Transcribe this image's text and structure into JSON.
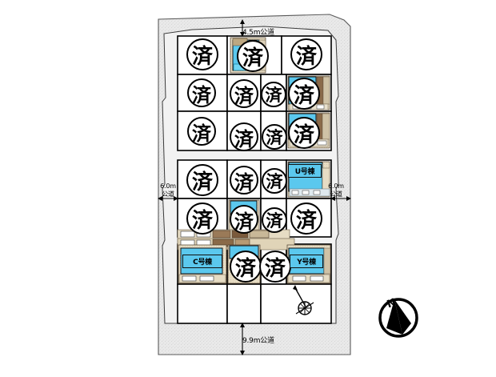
{
  "figure": {
    "type": "site-plan",
    "title_visible": false
  },
  "roads": {
    "top": "4.5m公道",
    "left": "6.0m\n公道",
    "left_line1": "6.0m",
    "left_line2": "公道",
    "right_line1": "6.0m",
    "right_line2": "公道",
    "bottom": "9.9m公道"
  },
  "compass": {
    "label": "N",
    "inner_label": "N"
  },
  "colors": {
    "plot_fill": "#ffffff",
    "surrounding_fill": "#e8e8e8",
    "building_cyan": "#5bc8ee",
    "outline": "#000000",
    "land_beige": "#e3d9c2",
    "land_brown": "#8f6b4f"
  },
  "stamp_label": "済",
  "lots": [
    {
      "id": "r1c1",
      "row": 1,
      "status": "sold",
      "label": "済"
    },
    {
      "id": "r1c2",
      "row": 1,
      "status": "sold",
      "label": "済",
      "has_house": true
    },
    {
      "id": "r1c3",
      "row": 1,
      "status": "sold",
      "label": "済"
    },
    {
      "id": "r2c1",
      "row": 2,
      "status": "sold",
      "label": "済"
    },
    {
      "id": "r2c2",
      "row": 2,
      "status": "sold",
      "label": "済"
    },
    {
      "id": "r2c3",
      "row": 2,
      "status": "sold",
      "label": "済"
    },
    {
      "id": "r2c4",
      "row": 2,
      "status": "sold",
      "label": "済",
      "has_house": true
    },
    {
      "id": "r3c1",
      "row": 3,
      "status": "sold",
      "label": "済"
    },
    {
      "id": "r3c2",
      "row": 3,
      "status": "sold",
      "label": "済"
    },
    {
      "id": "r3c3",
      "row": 3,
      "status": "sold",
      "label": "済"
    },
    {
      "id": "r3c4",
      "row": 3,
      "status": "sold",
      "label": "済",
      "has_house": true
    },
    {
      "id": "r4c1",
      "row": 4,
      "status": "sold",
      "label": "済"
    },
    {
      "id": "r4c2",
      "row": 4,
      "status": "sold",
      "label": "済"
    },
    {
      "id": "r4c3",
      "row": 4,
      "status": "sold",
      "label": "済"
    },
    {
      "id": "r4c4",
      "row": 4,
      "status": "available",
      "label": "U号棟",
      "has_house": true
    },
    {
      "id": "r5c1",
      "row": 5,
      "status": "sold",
      "label": "済"
    },
    {
      "id": "r5c2",
      "row": 5,
      "status": "sold",
      "label": "済",
      "has_house": true
    },
    {
      "id": "r5c3",
      "row": 5,
      "status": "sold",
      "label": "済"
    },
    {
      "id": "r5c4",
      "row": 5,
      "status": "sold",
      "label": "済"
    },
    {
      "id": "r6c1",
      "row": 6,
      "status": "available",
      "label": "C号棟",
      "has_house": true
    },
    {
      "id": "r6c2",
      "row": 6,
      "status": "sold",
      "label": "済",
      "has_house": true
    },
    {
      "id": "r6c3",
      "row": 6,
      "status": "sold",
      "label": "済"
    },
    {
      "id": "r6c4",
      "row": 6,
      "status": "available",
      "label": "Y号棟",
      "has_house": true
    },
    {
      "id": "r7c1",
      "row": 7,
      "status": "empty",
      "label": ""
    },
    {
      "id": "r7c2",
      "row": 7,
      "status": "empty",
      "label": ""
    },
    {
      "id": "r7c3",
      "row": 7,
      "status": "empty",
      "label": ""
    }
  ],
  "buildings": [
    {
      "name": "U号棟",
      "unit": "U"
    },
    {
      "name": "C号棟",
      "unit": "C"
    },
    {
      "name": "Y号棟",
      "unit": "Y"
    }
  ]
}
